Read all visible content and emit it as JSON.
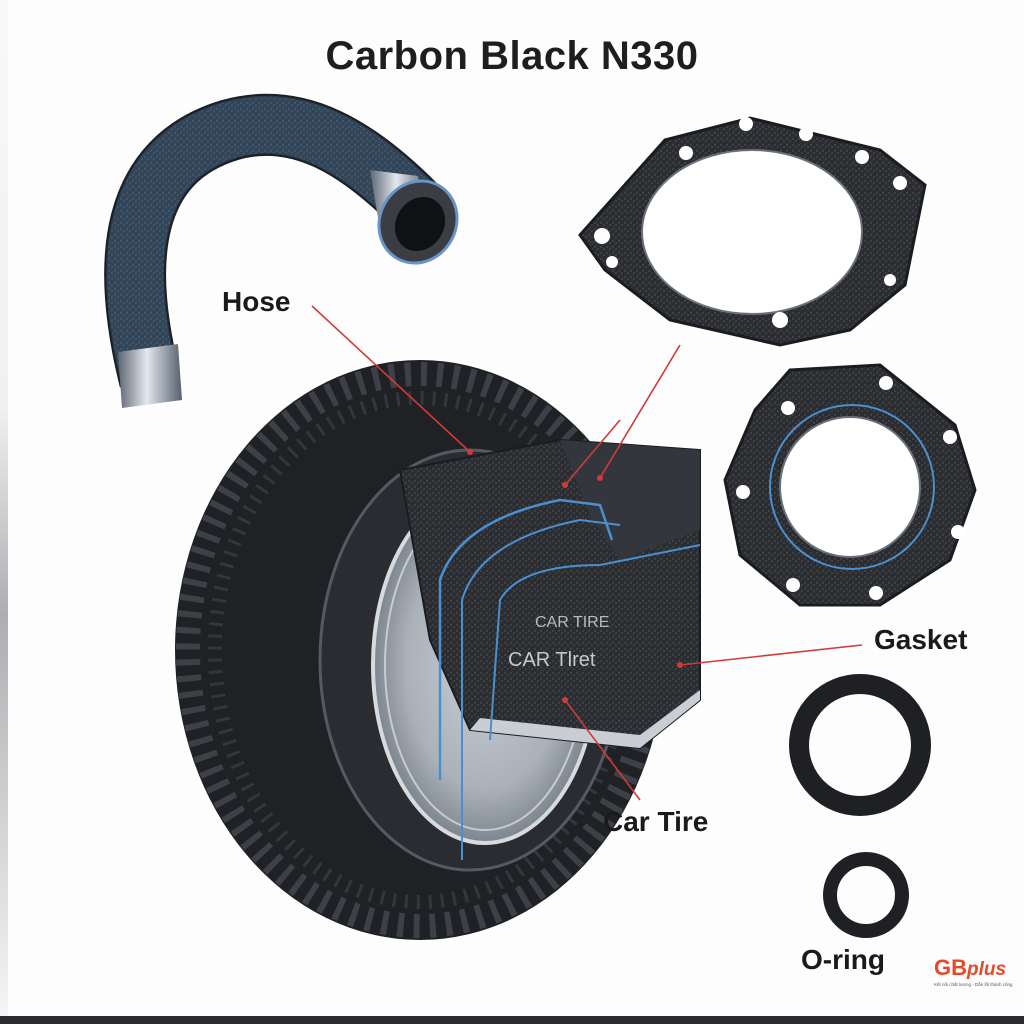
{
  "title": "Carbon Black N330",
  "labels": {
    "hose": "Hose",
    "gasket": "Gasket",
    "car_tire": "Car Tire",
    "o_ring": "O-ring"
  },
  "cutaway_text": {
    "line1": "CAR TIRE",
    "line2": "CAR Tlret"
  },
  "logo": {
    "mark": "GB",
    "suffix": "plus",
    "tagline": "Kết nối chất lượng - Dẫn lối thành công"
  },
  "colors": {
    "rubber": "#2b2d31",
    "leader_line": "#d23a3a",
    "inner_line": "#4a8fd0",
    "metal": "#8a96a6"
  }
}
